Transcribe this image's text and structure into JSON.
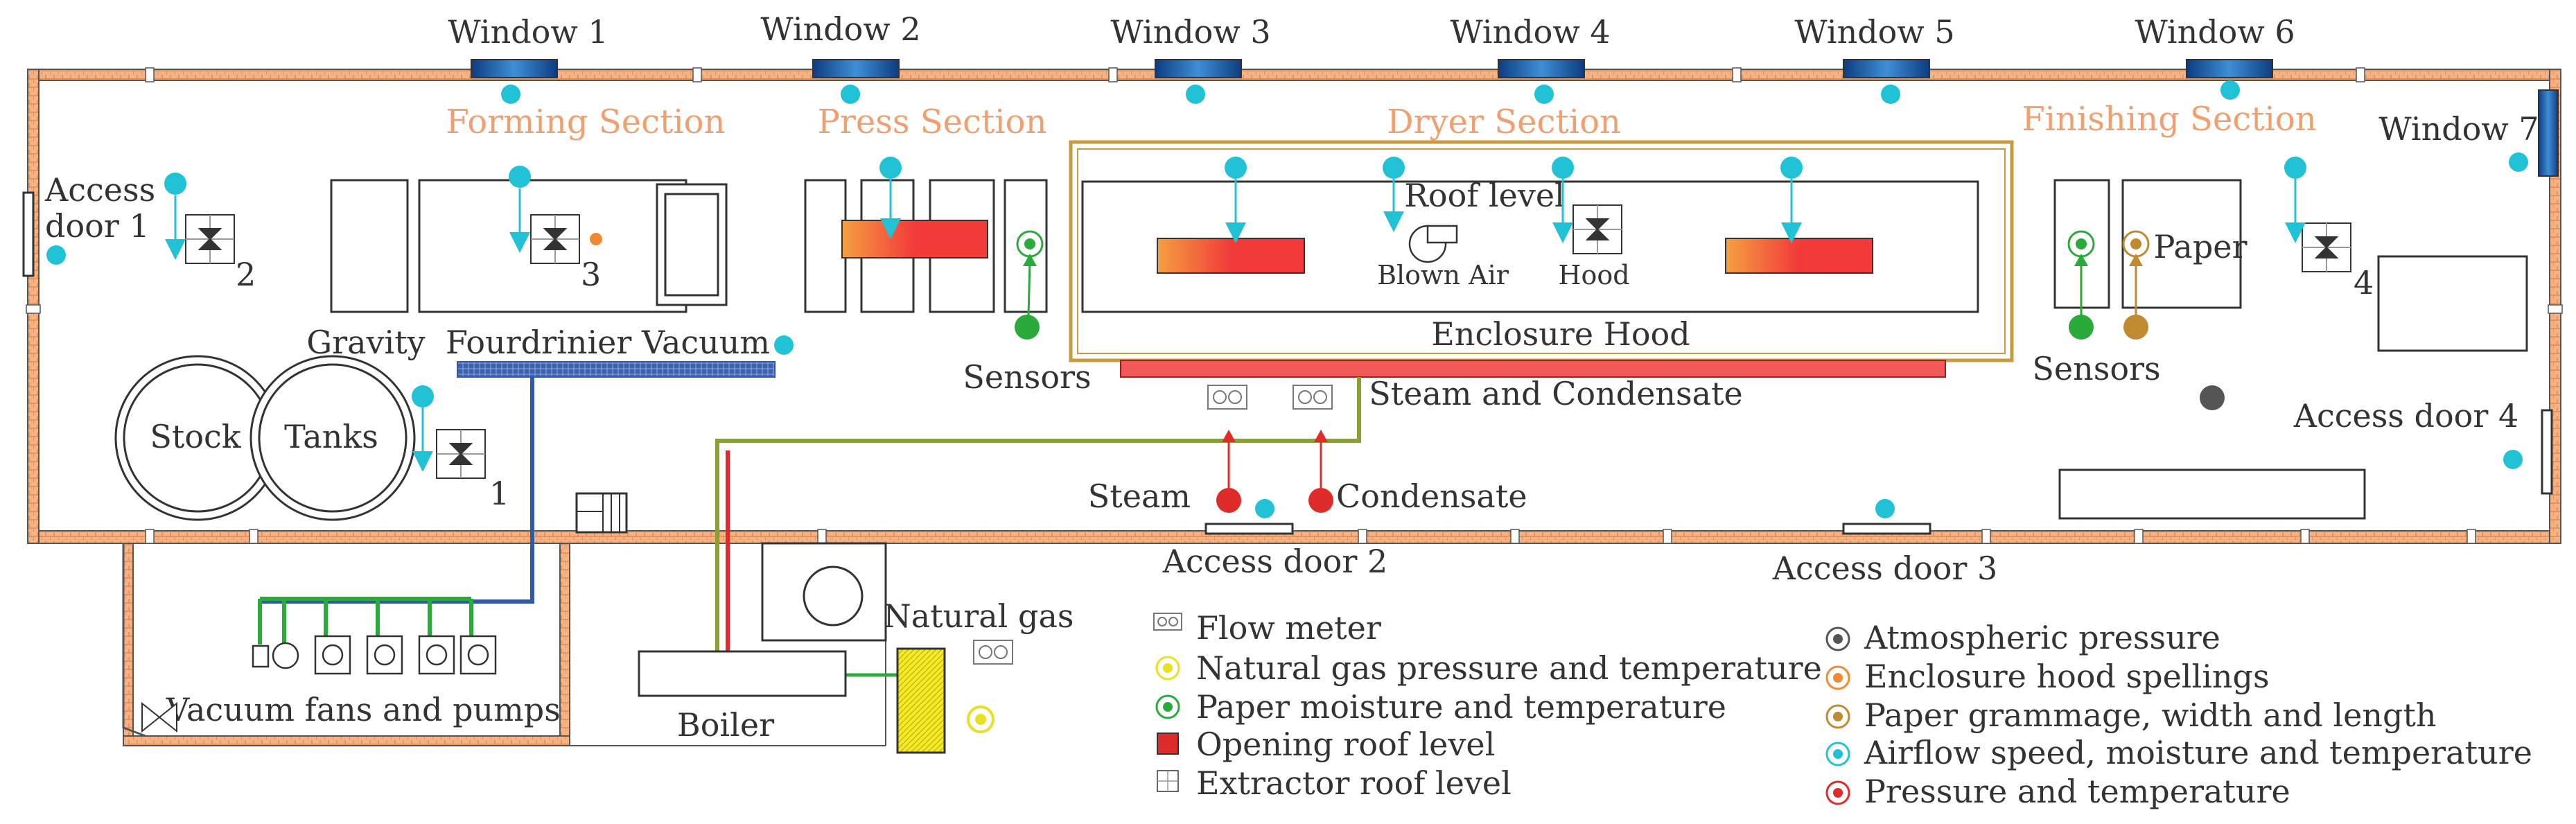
{
  "colors": {
    "wall_fill": "#f4a36b",
    "window_fill": "#1b5ea8",
    "airflow": "#22c2d6",
    "paper_moisture": "#2aaa3a",
    "pressure_temp": "#e02b2b",
    "atmospheric": "#555555",
    "enclosure_hood": "#f08a30",
    "grammage": "#c08a30",
    "natural_gas": "#e8e020",
    "section_label": "#f0a070",
    "hood_frame": "#d8b060",
    "vacuum_line": "#2e5aa8",
    "green_line": "#2aaa3a",
    "steam_pipe": "#e02b2b"
  },
  "windows": [
    {
      "label": "Window 1"
    },
    {
      "label": "Window 2"
    },
    {
      "label": "Window 3"
    },
    {
      "label": "Window 4"
    },
    {
      "label": "Window 5"
    },
    {
      "label": "Window 6"
    },
    {
      "label": "Window 7"
    }
  ],
  "sections": {
    "forming": "Forming Section",
    "press": "Press Section",
    "dryer": "Dryer Section",
    "finishing": "Finishing Section"
  },
  "doors": {
    "d1_line1": "Access",
    "d1_line2": "door 1",
    "d2": "Access door 2",
    "d3": "Access door 3",
    "d4": "Access door 4"
  },
  "labels": {
    "gravity": "Gravity",
    "fourdrinier": "Fourdrinier Vacuum",
    "stock": "Stock",
    "tanks": "Tanks",
    "sensors_left": "Sensors",
    "sensors_right": "Sensors",
    "roof_level": "Roof level",
    "blown_air": "Blown Air",
    "hood": "Hood",
    "enclosure_hood": "Enclosure Hood",
    "steam_condensate": "Steam and Condensate",
    "steam": "Steam",
    "condensate": "Condensate",
    "paper": "Paper",
    "boiler": "Boiler",
    "natural_gas": "Natural gas",
    "vacuum_fans": "Vacuum fans and pumps",
    "ext_1": "1",
    "ext_2": "2",
    "ext_3": "3",
    "ext_4": "4"
  },
  "legend_left": [
    {
      "label": "Flow meter",
      "icon": "flow-meter"
    },
    {
      "label": "Natural gas pressure and temperature",
      "icon": "yellow-dot"
    },
    {
      "label": "Paper moisture and temperature",
      "icon": "green-dot"
    },
    {
      "label": "Opening roof level",
      "icon": "red-rect"
    },
    {
      "label": "Extractor roof level",
      "icon": "extractor"
    }
  ],
  "legend_right": [
    {
      "label": "Atmospheric pressure",
      "icon": "dark-dot"
    },
    {
      "label": "Enclosure hood spellings",
      "icon": "orange-dot"
    },
    {
      "label": "Paper grammage, width and length",
      "icon": "brown-dot"
    },
    {
      "label": "Airflow speed, moisture and temperature",
      "icon": "cyan-dot"
    },
    {
      "label": "Pressure and temperature",
      "icon": "red-dot"
    }
  ]
}
